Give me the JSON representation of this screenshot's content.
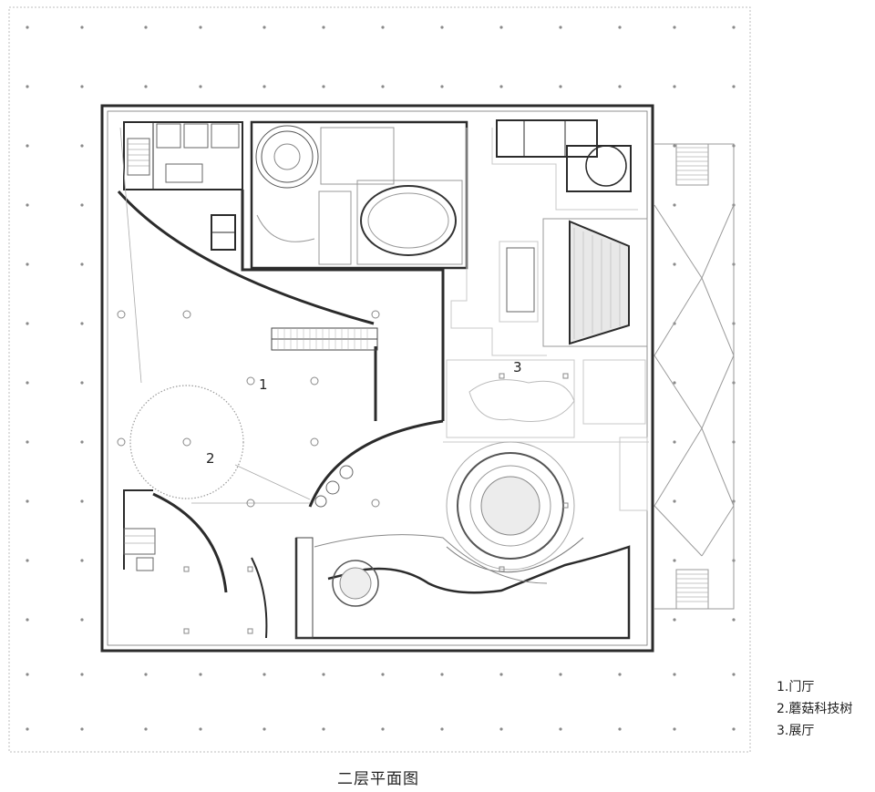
{
  "plan": {
    "title": "二层平面图",
    "room_labels": [
      "1",
      "2",
      "3"
    ]
  },
  "legend": {
    "items": [
      "1.门厅",
      "2.蘑菇科技树",
      "3.展厅"
    ]
  },
  "colors": {
    "wall": "#2b2b2b",
    "thin_line": "#9a9a9a",
    "light_line": "#c8c8c8",
    "dot": "#8a8a8a",
    "background": "#ffffff"
  }
}
